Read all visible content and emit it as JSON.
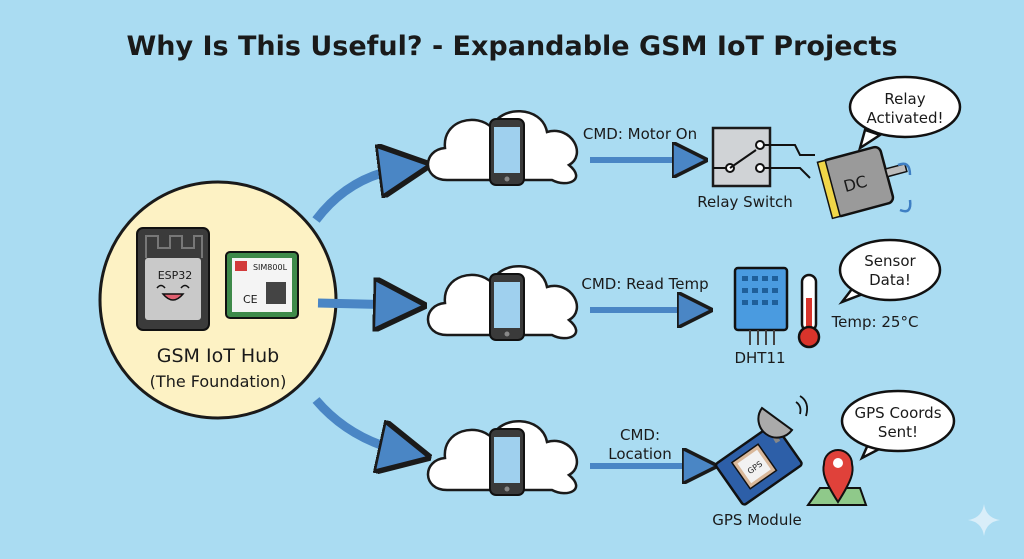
{
  "title": "Why Is This Useful? - Expandable GSM IoT Projects",
  "hub": {
    "title": "GSM IoT Hub",
    "subtitle": "(The Foundation)",
    "chip1_label": "ESP32",
    "chip2_label": "SIM800L"
  },
  "rows": [
    {
      "command": "CMD: Motor On",
      "device_label": "Relay Switch",
      "motor_label": "DC",
      "bubble": [
        "Relay",
        "Activated!"
      ]
    },
    {
      "command": "CMD: Read Temp",
      "device_label": "DHT11",
      "reading": "Temp: 25°C",
      "bubble": [
        "Sensor",
        "Data!"
      ]
    },
    {
      "command": [
        "CMD:",
        "Location"
      ],
      "device_label": "GPS Module",
      "chip_label": "GPS",
      "bubble": [
        "GPS Coords",
        "Sent!"
      ]
    }
  ],
  "colors": {
    "background": "#aadcf2",
    "hub": "#fdf2c4",
    "arrow": "#4a86c5"
  }
}
